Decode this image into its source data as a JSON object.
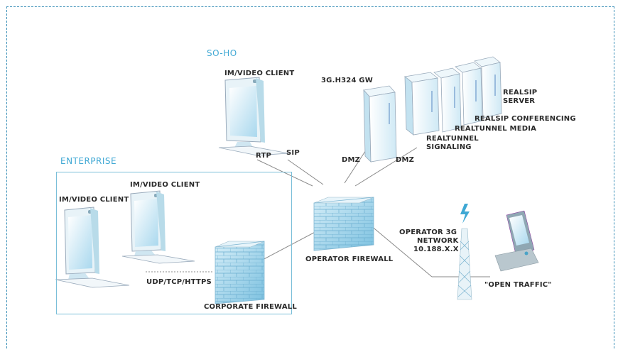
{
  "zones": {
    "soho": "SO-HO",
    "enterprise": "ENTERPRISE"
  },
  "labels": {
    "soho_client": "IM/VIDEO CLIENT",
    "ent_client_1": "IM/VIDEO CLIENT",
    "ent_client_2": "IM/VIDEO CLIENT",
    "gw": "3G.H324 GW",
    "realsip_server": [
      "REALSIP",
      "SERVER"
    ],
    "realsip_conf": "REALSIP CONFERENCING",
    "realtunnel_media": "REALTUNNEL MEDIA",
    "realtunnel_signaling": [
      "REALTUNNEL",
      "SIGNALING"
    ],
    "rtp": "RTP",
    "sip": "SIP",
    "dmz_1": "DMZ",
    "dmz_2": "DMZ",
    "udp": "UDP/TCP/HTTPS",
    "corporate_firewall": "CORPORATE FIREWALL",
    "operator_firewall": "OPERATOR FIREWALL",
    "operator_network": [
      "OPERATOR 3G",
      "NETWORK",
      "10.188.X.X"
    ],
    "open_traffic": "\"OPEN TRAFFIC\""
  },
  "colors": {
    "frame": "#3a8fb7",
    "zone_text": "#3fa8d4",
    "enterprise_box": "#7bbfd9",
    "device_blue": "#bfe3f2",
    "line": "#8a8a8a"
  }
}
